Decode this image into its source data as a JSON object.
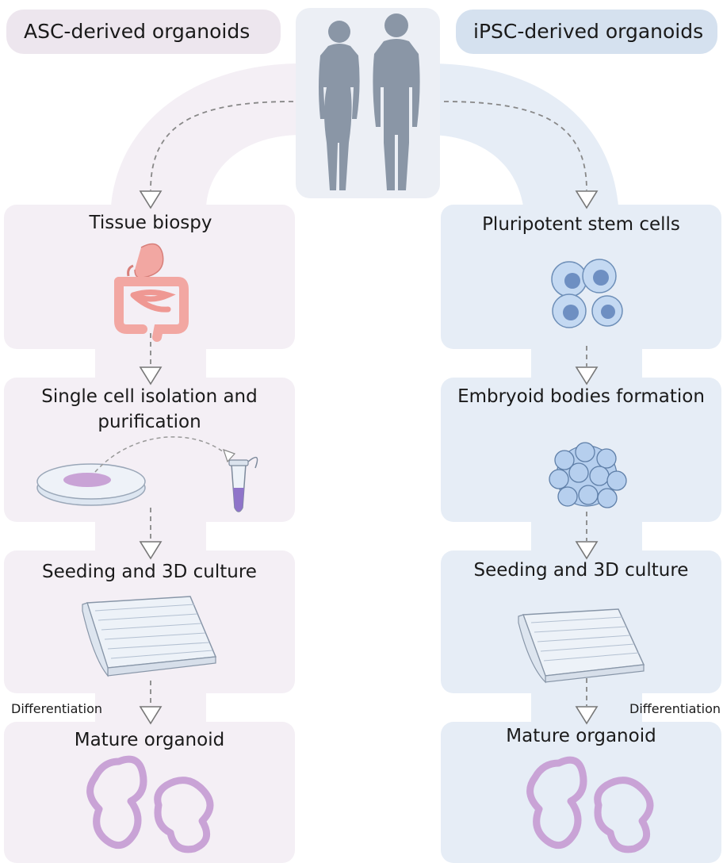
{
  "headers": {
    "left": "ASC-derived organoids",
    "right": "iPSC-derived organoids"
  },
  "left_steps": {
    "step1": "Tissue biospy",
    "step2_line1": "Single cell isolation and",
    "step2_line2": "purification",
    "step3": "Seeding and 3D culture",
    "step4": "Mature organoid"
  },
  "right_steps": {
    "step1": "Pluripotent stem cells",
    "step2": "Embryoid bodies formation",
    "step3": "Seeding and 3D culture",
    "step4": "Mature organoid"
  },
  "side_labels": {
    "left": "Differentiation",
    "right": "Differentiation"
  },
  "colors": {
    "left_panel": "#f4eff5",
    "right_panel": "#e6edf6",
    "left_pill": "#ede6ee",
    "right_pill": "#d5e1ef",
    "human_figure": "#8a96a6",
    "intestine": "#f2a7a2",
    "cell_fill": "#a9c8ec",
    "organoid": "#c9a3d6"
  },
  "icons": [
    "human-figures-icon",
    "intestine-icon",
    "petri-dish-icon",
    "tube-icon",
    "stem-cells-icon",
    "embryoid-body-icon",
    "well-plate-icon",
    "organoid-icon"
  ]
}
